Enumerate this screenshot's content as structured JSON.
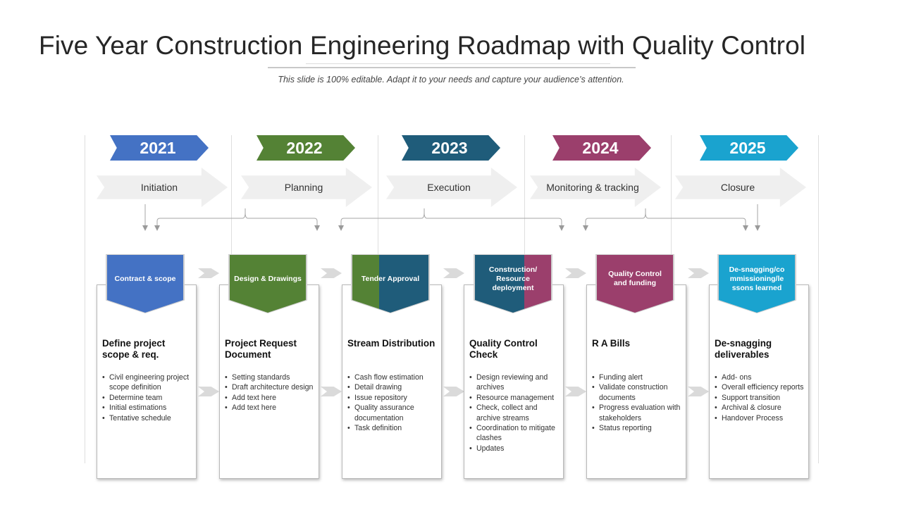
{
  "slide": {
    "title": "Five Year Construction  Engineering Roadmap with Quality Control",
    "subtitle": "This slide is 100% editable. Adapt it to your needs and capture your audience’s attention."
  },
  "years": [
    {
      "label": "2021",
      "color": "#4472c4"
    },
    {
      "label": "2022",
      "color": "#548235"
    },
    {
      "label": "2023",
      "color": "#1f5c7a"
    },
    {
      "label": "2024",
      "color": "#9b3f6c"
    },
    {
      "label": "2025",
      "color": "#1aa3cf"
    }
  ],
  "phases": [
    "Initiation",
    "Planning",
    "Execution",
    "Monitoring & tracking",
    "Closure"
  ],
  "stages": [
    {
      "tag": "Contract & scope",
      "colors": [
        "#4472c4"
      ],
      "title": "Define project scope & req.",
      "items": [
        "Civil engineering project scope definition",
        "Determine team",
        "Initial estimations",
        "Tentative schedule"
      ]
    },
    {
      "tag": "Design & Drawings",
      "colors": [
        "#548235"
      ],
      "title": "Project Request Document",
      "items": [
        "Setting standards",
        "Draft architecture design",
        "Add text here",
        "Add text here"
      ]
    },
    {
      "tag": "Tender Approval",
      "colors": [
        "#548235",
        "#1f5c7a"
      ],
      "title": "Stream Distribution",
      "items": [
        "Cash flow estimation",
        "Detail drawing",
        "Issue repository",
        "Quality assurance documentation",
        "Task definition"
      ]
    },
    {
      "tag": "Construction/ Resource deployment",
      "colors": [
        "#1f5c7a",
        "#9b3f6c"
      ],
      "title": "Quality Control Check",
      "items": [
        "Design reviewing and archives",
        "Resource management",
        "Check, collect and archive streams",
        "Coordination to mitigate clashes",
        "Updates"
      ]
    },
    {
      "tag": "Quality Control and funding",
      "colors": [
        "#9b3f6c"
      ],
      "title": "R A Bills",
      "items": [
        "Funding alert",
        "Validate construction documents",
        "Progress evaluation with stakeholders",
        "Status reporting"
      ]
    },
    {
      "tag": "De-snagging/commissioning/lessons learned",
      "colors": [
        "#1aa3cf"
      ],
      "title": "De-snagging deliverables",
      "items": [
        "Add- ons",
        "Overall efficiency reports",
        "Support transition",
        "Archival & closure",
        "Handover Process"
      ]
    }
  ]
}
